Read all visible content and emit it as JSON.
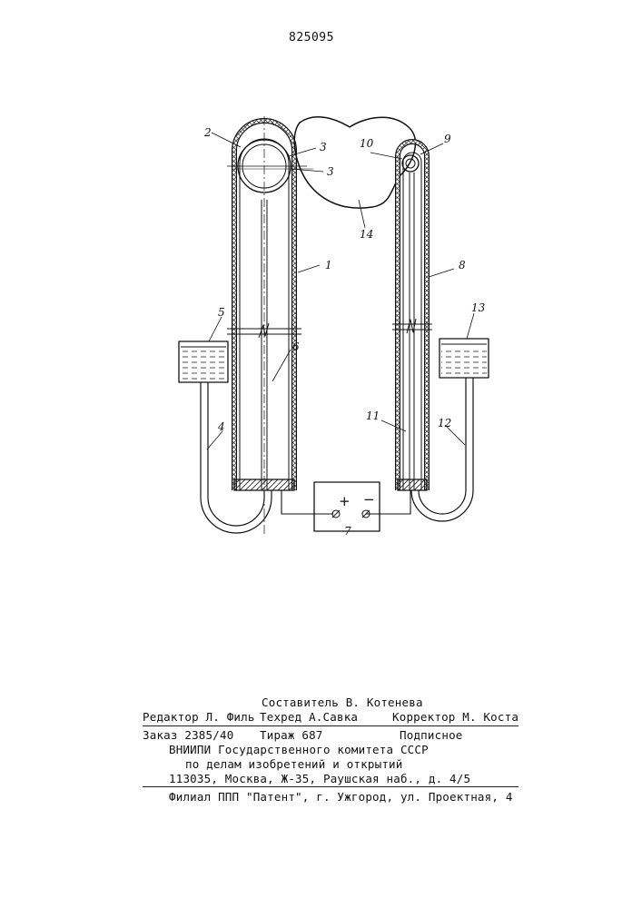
{
  "page_number": "825095",
  "figure": {
    "labels": {
      "l1": "1",
      "l2": "2",
      "l3a": "3",
      "l3b": "3",
      "l4": "4",
      "l5": "5",
      "l6": "6",
      "l7": "7",
      "l8": "8",
      "l9": "9",
      "l10": "10",
      "l11": "11",
      "l12": "12",
      "l13": "13",
      "l14": "14"
    },
    "plus_sign": "+",
    "minus_sign": "−"
  },
  "imprint": {
    "compiler": "Составитель В. Котенева",
    "editor": "Редактор Л. Филь",
    "techred": "Техред  А.Савка",
    "corrector": "Корректор М. Коста",
    "order": "Заказ 2385/40",
    "circulation": "Тираж 687",
    "subscription": "Подписное",
    "org_line1": "ВНИИПИ Государственного комитета СССР",
    "org_line2": "по делам изобретений и открытий",
    "org_line3": "113035, Москва, Ж-35, Раушская наб., д. 4/5",
    "branch": "Филиал ППП \"Патент\", г. Ужгород, ул. Проектная, 4"
  }
}
